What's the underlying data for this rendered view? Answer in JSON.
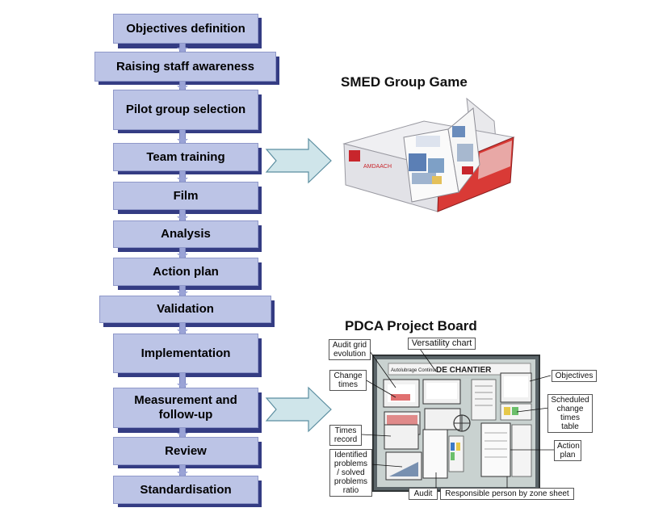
{
  "flow": {
    "steps": [
      {
        "label": "Objectives definition"
      },
      {
        "label": "Raising staff awareness"
      },
      {
        "label": "Pilot group selection"
      },
      {
        "label": "Team training"
      },
      {
        "label": "Film"
      },
      {
        "label": "Analysis"
      },
      {
        "label": "Action plan"
      },
      {
        "label": "Validation"
      },
      {
        "label": "Implementation"
      },
      {
        "label": "Measurement and follow-up"
      },
      {
        "label": "Review"
      },
      {
        "label": "Standardisation"
      }
    ]
  },
  "game": {
    "title": "SMED Group Game",
    "box_brand": "AMDAACH"
  },
  "board": {
    "title": "PDCA Project Board",
    "header_text": "DE CHANTIER",
    "header_small": "Autolubrage Continuo",
    "callouts": {
      "audit_grid": "Audit grid evolution",
      "versatility": "Versatility chart",
      "change_times": "Change times",
      "objectives": "Objectives",
      "scheduled": "Scheduled change times table",
      "times_record": "Times record",
      "action_plan": "Action plan",
      "identified": "Identified problems / solved problems ratio",
      "audit": "Audit",
      "responsible": "Responsible person by zone sheet"
    }
  },
  "colors": {
    "step_fill": "#bcc4e6",
    "step_shadow": "#343c83",
    "arrow_fill": "#cfe5ea",
    "arrow_stroke": "#5b8ea0",
    "box_red": "#c8262c"
  }
}
